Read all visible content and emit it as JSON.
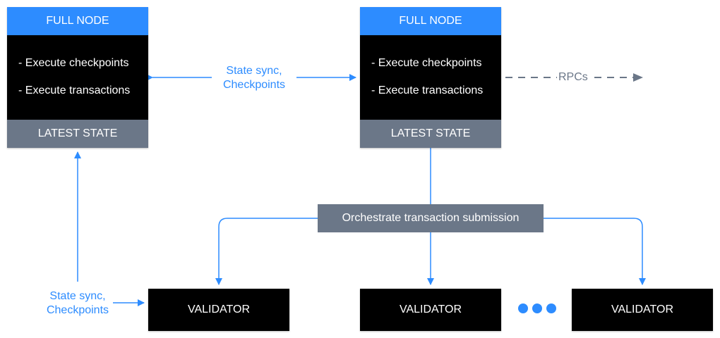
{
  "colors": {
    "accent": "#2d8cff",
    "node_body": "#000000",
    "state_footer": "#6b7788",
    "rpc_line": "#6b7788"
  },
  "full_node_left": {
    "title": "FULL NODE",
    "lines": [
      "- Execute checkpoints",
      "- Execute transactions"
    ],
    "footer": "LATEST STATE"
  },
  "full_node_right": {
    "title": "FULL NODE",
    "lines": [
      "- Execute checkpoints",
      "- Execute transactions"
    ],
    "footer": "LATEST STATE"
  },
  "sync_label_top": [
    "State sync,",
    "Checkpoints"
  ],
  "sync_label_bottom": [
    "State sync,",
    "Checkpoints"
  ],
  "rpc_label": "RPCs",
  "orchestrator": "Orchestrate transaction submission",
  "validators": [
    "VALIDATOR",
    "VALIDATOR",
    "VALIDATOR"
  ],
  "ellipsis_dots": 3
}
